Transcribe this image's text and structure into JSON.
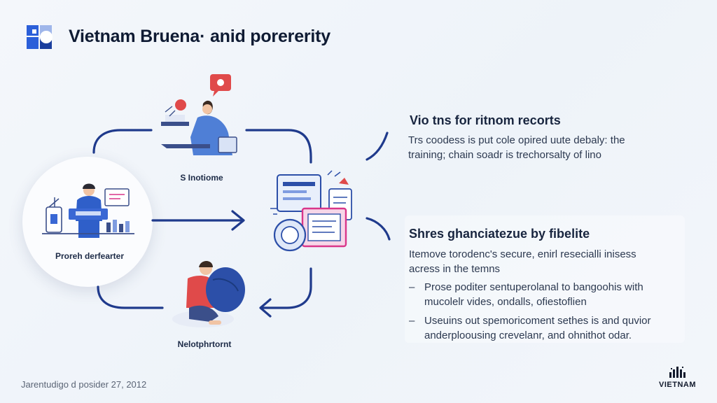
{
  "header": {
    "title": "Vietnam Bruena· anid porererity",
    "logo_icon": "puzzle-logo-icon"
  },
  "diagram": {
    "nodes": {
      "top": {
        "label": "S Inotiome",
        "icon": "person-with-laptop-icon"
      },
      "left": {
        "label": "Proreh derfearter",
        "icon": "person-at-desk-icon"
      },
      "bottom": {
        "label": "Nelotphrtornt",
        "icon": "person-hugging-pillow-icon"
      },
      "center": {
        "icon": "documents-and-screens-icon"
      }
    },
    "colors": {
      "arrow": "#1f3a8c",
      "accent_red": "#e04a4a",
      "accent_blue": "#2c4fa8",
      "accent_pink": "#d9368a"
    }
  },
  "sections": [
    {
      "title": "Vio tns for ritnom recorts",
      "body_lines": [
        "Trs coodess is put cole opired uute debaly: the",
        "training; chain soadr is trechorsalty of lino"
      ]
    },
    {
      "title": "Shres ghanciatezue by fibelite",
      "body_lines": [
        "Itemove torodenc's secure, enirl resecialli inisess",
        "acress in the temns"
      ],
      "bullets": [
        {
          "dash": "–",
          "lines": [
            "Prose poditer sentuperolanal to bangoohis with",
            "mucolelr vides, ondalls, ofiestoflien"
          ]
        },
        {
          "dash": "–",
          "lines": [
            "Useuins out spemoricoment sethes is and quvior",
            "anderploousing crevelanr, and ohnithot odar."
          ]
        }
      ]
    }
  ],
  "footer": {
    "date_text": "Jarentudigo d posider 27, 2012",
    "brand": "VIETNAM",
    "brand_icon": "bars-brand-icon"
  }
}
